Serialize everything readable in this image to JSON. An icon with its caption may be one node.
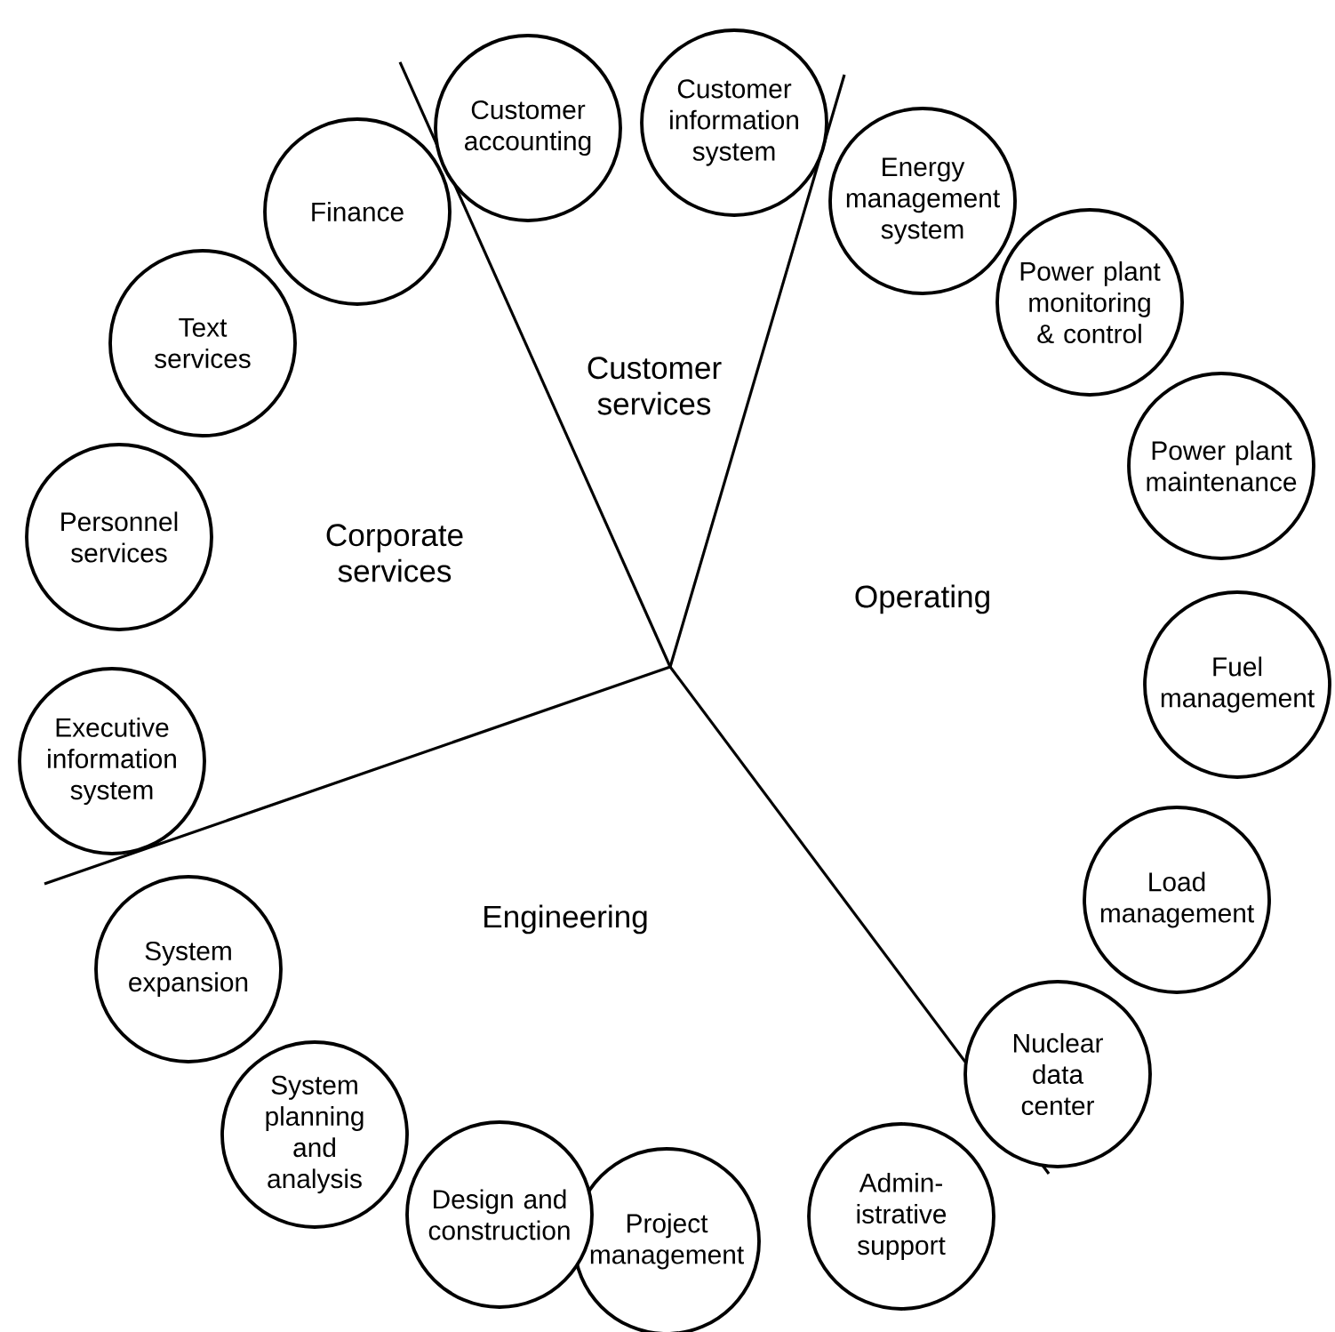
{
  "diagram": {
    "nodes": [
      {
        "text": [
          "Customer accounting"
        ]
      },
      {
        "text": [
          "Customer information system"
        ]
      },
      {
        "text": [
          "Energy management system"
        ]
      },
      {
        "text": [
          "Power plant monitoring & control"
        ]
      },
      {
        "text": [
          "Power plant maintenance"
        ]
      },
      {
        "text": [
          "Fuel management"
        ]
      },
      {
        "text": [
          "Load management"
        ]
      },
      {
        "text": [
          "Nuclear data center"
        ]
      },
      {
        "text": [
          "Admin-istrative support"
        ]
      },
      {
        "text": [
          "Project management"
        ]
      },
      {
        "text": [
          "Design and construction"
        ]
      },
      {
        "text": [
          "System planning and analysis"
        ]
      },
      {
        "text": [
          "System expansion"
        ]
      },
      {
        "text": [
          "Executive information system"
        ]
      },
      {
        "text": [
          "Personnel services"
        ]
      },
      {
        "text": [
          "Text services"
        ]
      },
      {
        "text": [
          "Finance"
        ]
      }
    ],
    "labels": [
      "Customer services",
      "Corporate services",
      "Operating",
      "Engineering"
    ]
  }
}
